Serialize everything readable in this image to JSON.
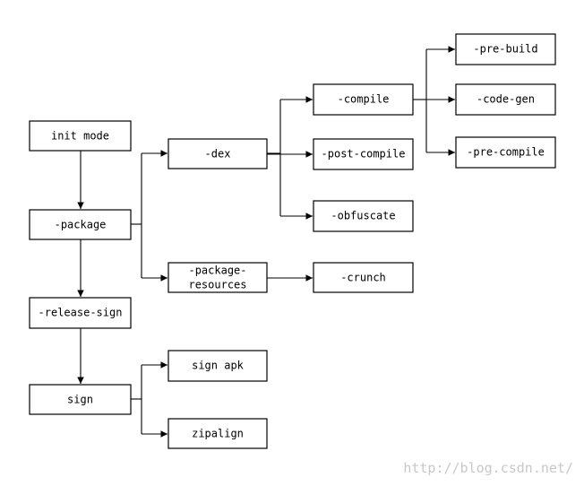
{
  "diagram": {
    "nodes": {
      "init_mode": "init mode",
      "package": "-package",
      "release_sign": "-release-sign",
      "sign": "sign",
      "dex": "-dex",
      "package_resources_line1": "-package-",
      "package_resources_line2": "resources",
      "sign_apk": "sign apk",
      "zipalign": "zipalign",
      "compile": "-compile",
      "post_compile": "-post-compile",
      "obfuscate": "-obfuscate",
      "crunch": "-crunch",
      "pre_build": "-pre-build",
      "code_gen": "-code-gen",
      "pre_compile": "-pre-compile"
    }
  },
  "watermark": "http://blog.csdn.net/"
}
